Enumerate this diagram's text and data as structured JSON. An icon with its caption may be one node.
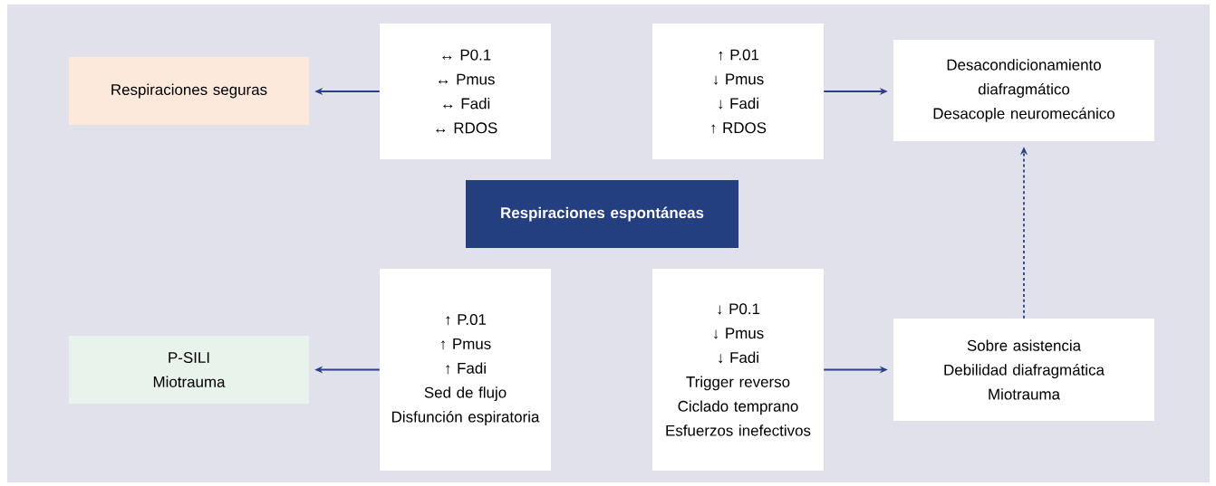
{
  "diagram": {
    "nodes": [
      {
        "text": [
          "Respiraciones seguras"
        ]
      },
      {
        "text": [
          "↔ P0.1",
          "↔ Pmus",
          "↔ Fadi",
          "↔ RDOS"
        ]
      },
      {
        "text": [
          "↑ P.01",
          "↓ Pmus",
          "↓ Fadi",
          "↑ RDOS"
        ]
      },
      {
        "text": [
          "Desacondicionamiento diafragmático",
          "Desacople neuromecánico"
        ]
      },
      {
        "text": [
          "Respiraciones espontáneas"
        ]
      },
      {
        "text": [
          "P-SILI",
          "Miotrauma"
        ]
      },
      {
        "text": [
          "↑ P.01",
          "↑ Pmus",
          "↑ Fadi",
          "Sed de flujo",
          "Disfunción espiratoria"
        ]
      },
      {
        "text": [
          "↓ P0.1",
          "↓ Pmus",
          "↓ Fadi",
          "Trigger reverso",
          "Ciclado temprano",
          "Esfuerzos inefectivos"
        ]
      },
      {
        "text": [
          "Sobre asistencia",
          "Debilidad diafragmática",
          "Miotrauma"
        ]
      }
    ],
    "edges": [
      {
        "from": 1,
        "to": 0,
        "arrow": "to"
      },
      {
        "from": 2,
        "to": 3,
        "arrow": "to"
      },
      {
        "from": 6,
        "to": 5,
        "arrow": "to"
      },
      {
        "from": 7,
        "to": 8,
        "arrow": "to"
      },
      {
        "from": 8,
        "to": 3,
        "arrow": "to",
        "style": "dashed"
      }
    ]
  }
}
